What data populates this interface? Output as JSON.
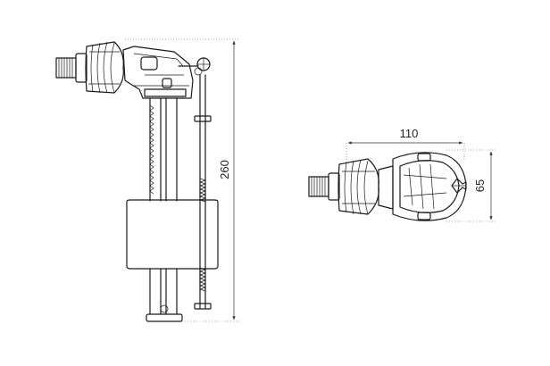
{
  "dimensions": {
    "height_label": "260",
    "width_label": "110",
    "depth_label": "65"
  },
  "colors": {
    "line": "#1a1a1a",
    "background": "#ffffff"
  }
}
